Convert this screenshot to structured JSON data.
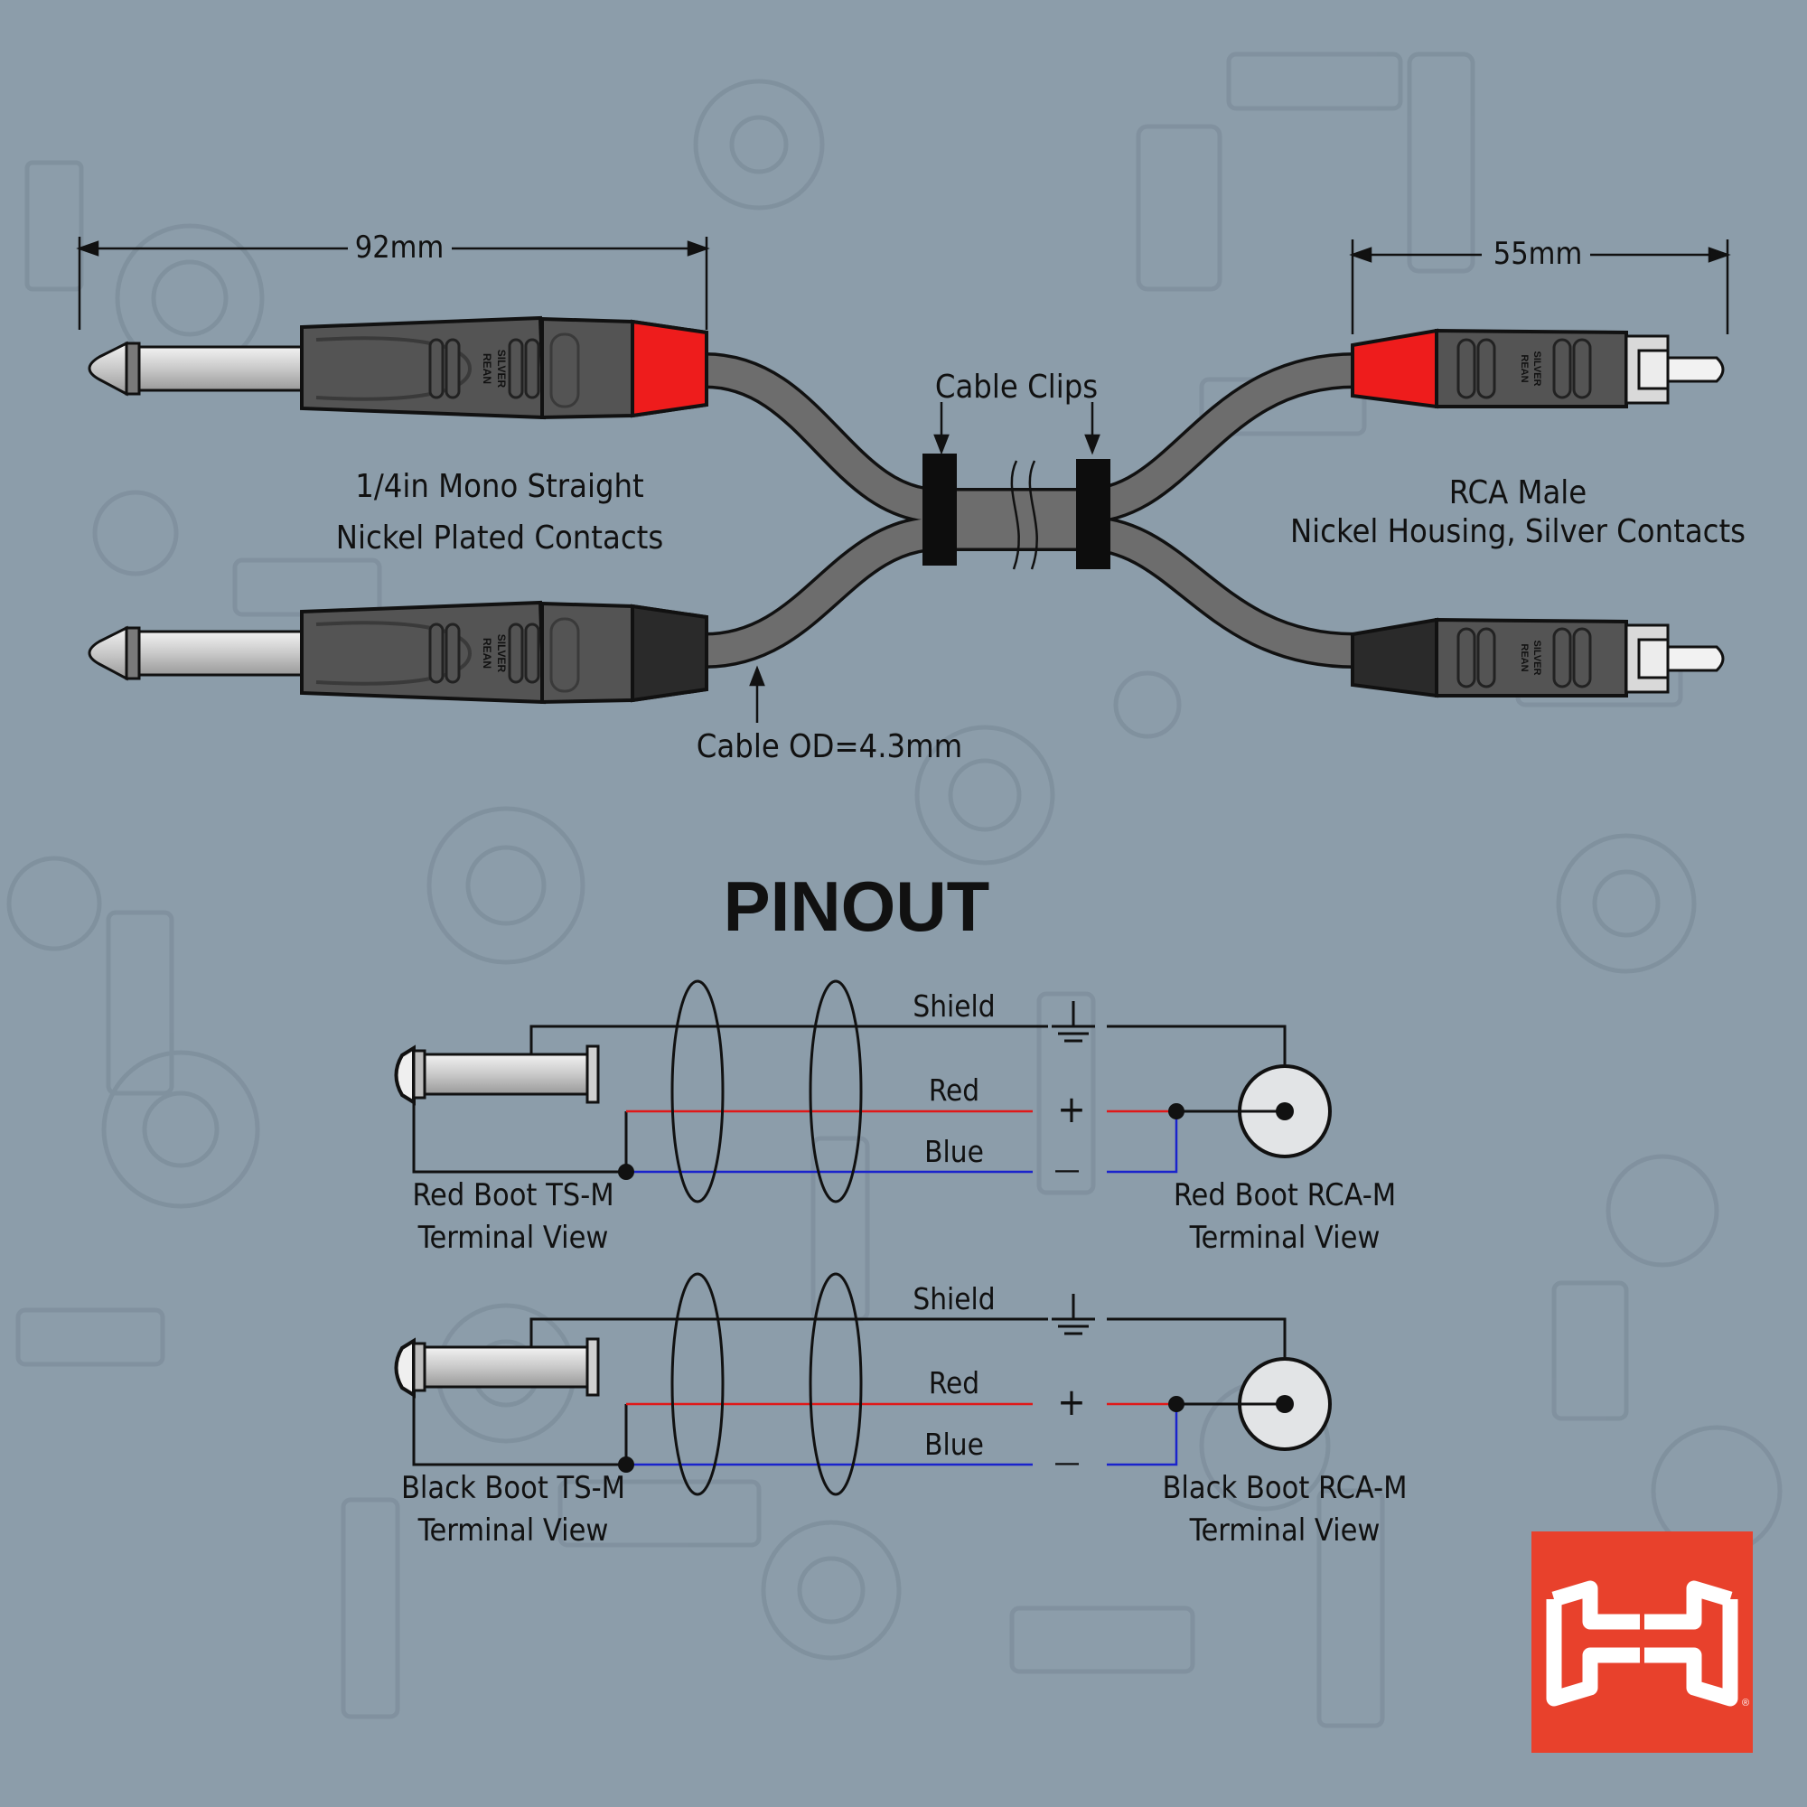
{
  "dimensions": {
    "ts_length": "92mm",
    "rca_length": "55mm",
    "cable_od": "Cable OD=4.3mm"
  },
  "callouts": {
    "cable_clips": "Cable Clips",
    "ts_line1": "1/4in Mono Straight",
    "ts_line2": "Nickel Plated Contacts",
    "rca_line1": "RCA Male",
    "rca_line2": "Nickel Housing, Silver Contacts"
  },
  "connector_brand": {
    "line1": "REAN",
    "line2": "SILVER"
  },
  "pinout": {
    "title": "PINOUT",
    "rows": [
      {
        "shield": "Shield",
        "red": "Red",
        "blue": "Blue",
        "plus": "+",
        "minus": "—",
        "left_line1": "Red Boot TS-M",
        "left_line2": "Terminal View",
        "right_line1": "Red Boot RCA-M",
        "right_line2": "Terminal View"
      },
      {
        "shield": "Shield",
        "red": "Red",
        "blue": "Blue",
        "plus": "+",
        "minus": "—",
        "left_line1": "Black Boot TS-M",
        "left_line2": "Terminal View",
        "right_line1": "Black Boot RCA-M",
        "right_line2": "Terminal View"
      }
    ]
  },
  "colors": {
    "background": "#8c9daa",
    "boot_red": "#ee1c1c",
    "boot_black": "#2a2a2a",
    "housing": "#545454",
    "cable": "#6d6d6d",
    "wire_red": "#e01818",
    "wire_blue": "#1a23cc",
    "logo_bg": "#e8412c"
  },
  "logo": {
    "icon": "hosa-logo-icon",
    "registered": "®"
  }
}
